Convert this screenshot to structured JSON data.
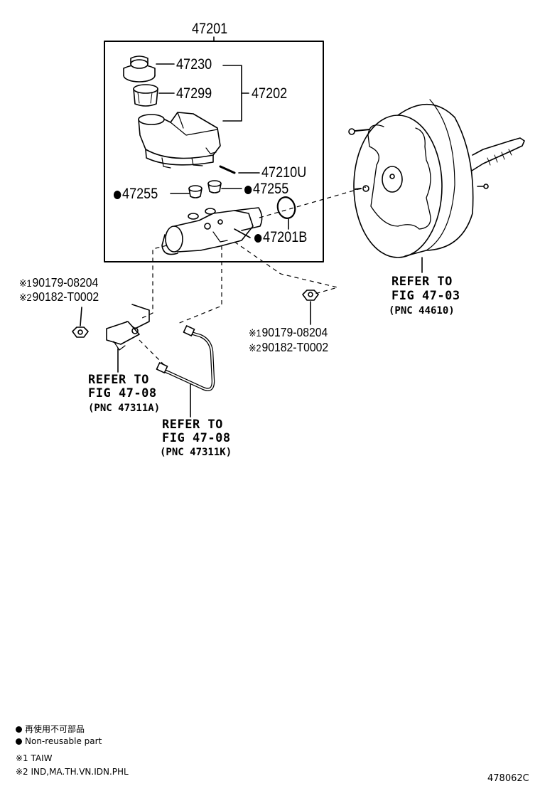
{
  "assembly": {
    "number": "47201"
  },
  "labels": {
    "p47230": "47230",
    "p47299": "47299",
    "p47202": "47202",
    "p47210U": "47210U",
    "p47255_left": "47255",
    "p47255_right": "47255",
    "p47201B": "47201B"
  },
  "fasteners": {
    "left": {
      "mark1": "※1",
      "part1": "90179-08204",
      "mark2": "※2",
      "part2": "90182-T0002"
    },
    "right": {
      "mark1": "※1",
      "part1": "90179-08204",
      "mark2": "※2",
      "part2": "90182-T0002"
    }
  },
  "references": {
    "booster": {
      "line1": "REFER TO",
      "line2": "FIG 47-03",
      "pnc": "(PNC 44610)"
    },
    "tube_a": {
      "line1": "REFER TO",
      "line2": "FIG 47-08",
      "pnc": "(PNC 47311A)"
    },
    "tube_k": {
      "line1": "REFER TO",
      "line2": "FIG 47-08",
      "pnc": "(PNC 47311K)"
    }
  },
  "legend": {
    "non_reusable_jp": "再使用不可部品",
    "non_reusable_en": "Non-reusable part",
    "note1": "※1 TAIW",
    "note2": "※2 IND,MA.TH.VN.IDN.PHL"
  },
  "figure_code": "478062C"
}
